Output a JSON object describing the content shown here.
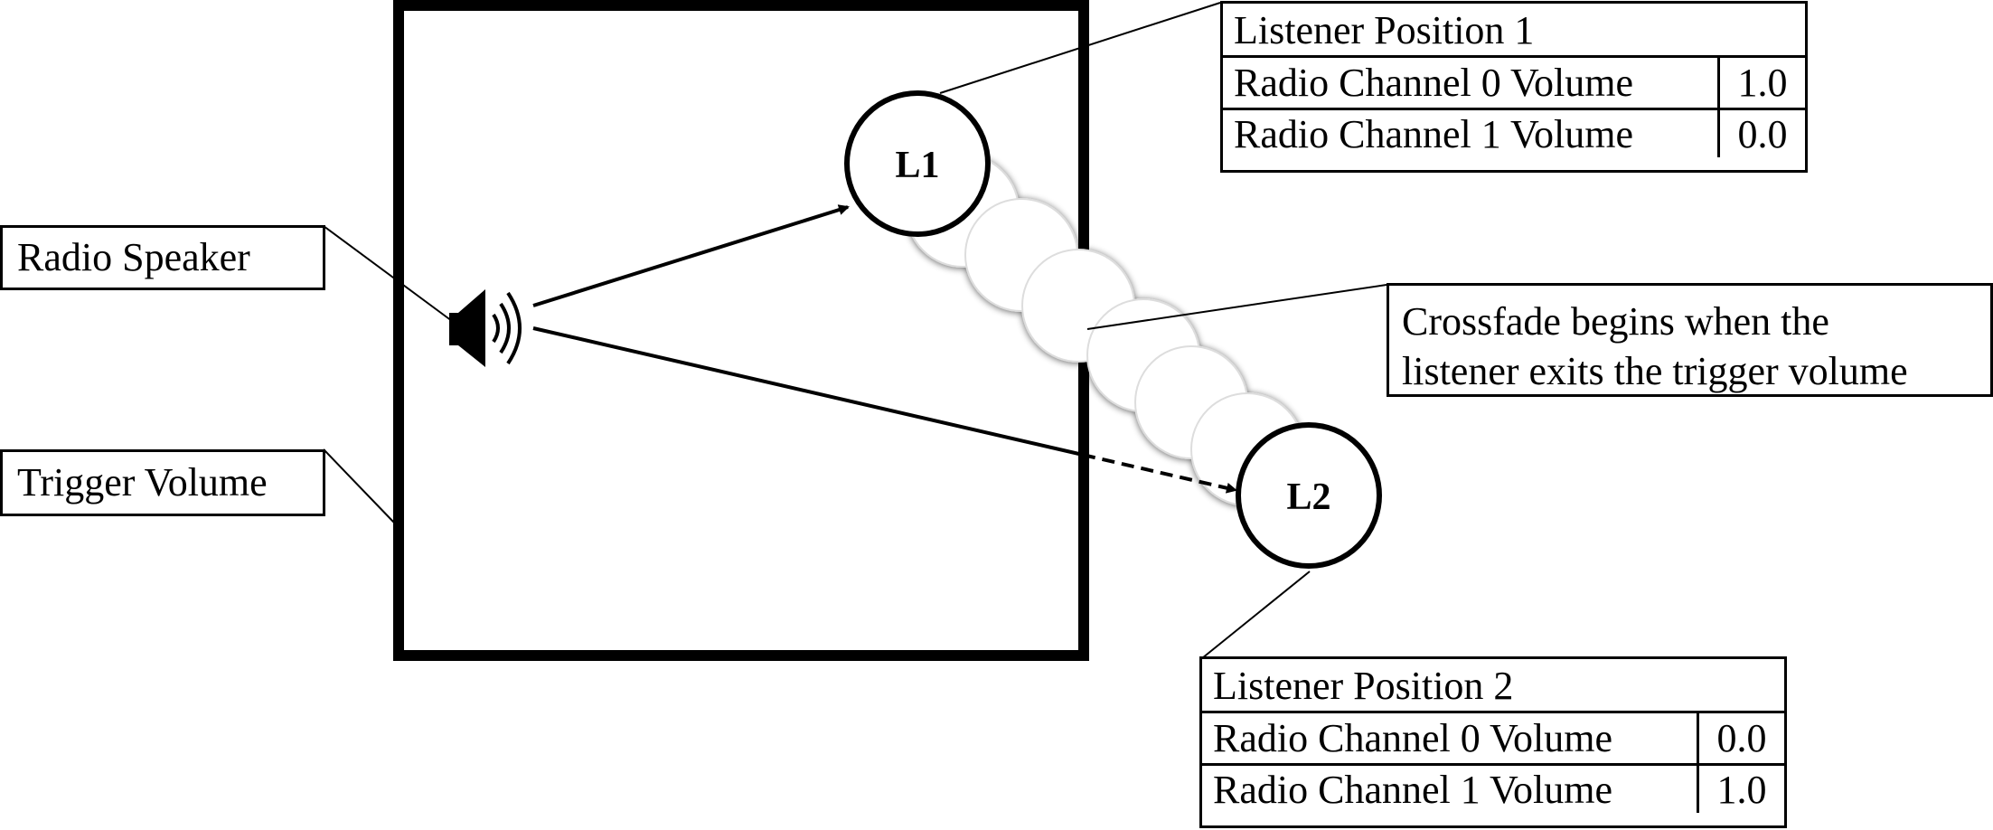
{
  "labels": {
    "radio_speaker": "Radio Speaker",
    "trigger_volume": "Trigger Volume",
    "crossfade_line1": "Crossfade begins when the",
    "crossfade_line2": "listener exits the trigger volume"
  },
  "listeners": {
    "l1": "L1",
    "l2": "L2"
  },
  "position1": {
    "title": "Listener Position 1",
    "rows": [
      {
        "name": "Radio Channel 0 Volume",
        "value": "1.0"
      },
      {
        "name": "Radio Channel 1 Volume",
        "value": "0.0"
      }
    ]
  },
  "position2": {
    "title": "Listener Position 2",
    "rows": [
      {
        "name": "Radio Channel 0 Volume",
        "value": "0.0"
      },
      {
        "name": "Radio Channel 1 Volume",
        "value": "1.0"
      }
    ]
  },
  "icons": {
    "speaker": "speaker-icon"
  }
}
